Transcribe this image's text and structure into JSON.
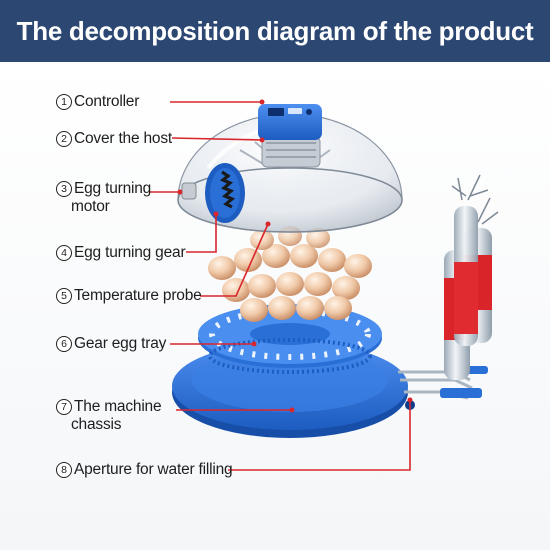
{
  "header": {
    "title": "The decomposition diagram of  the product"
  },
  "parts": [
    {
      "num": "1",
      "label": "Controller"
    },
    {
      "num": "2",
      "label": "Cover the host"
    },
    {
      "num": "3",
      "label": "Egg turning",
      "label2": "motor"
    },
    {
      "num": "4",
      "label": "Egg turning gear"
    },
    {
      "num": "5",
      "label": "Temperature probe"
    },
    {
      "num": "6",
      "label": "Gear egg tray"
    },
    {
      "num": "7",
      "label": "The machine",
      "label2": "chassis"
    },
    {
      "num": "8",
      "label": "Aperture for water filling"
    }
  ],
  "colors": {
    "header_bg": "#2c4872",
    "leader_line": "#d8262c",
    "plastic_blue": "#2a6fd6",
    "egg": "#f0c9a8",
    "water_bottle_red": "#d9242a"
  }
}
